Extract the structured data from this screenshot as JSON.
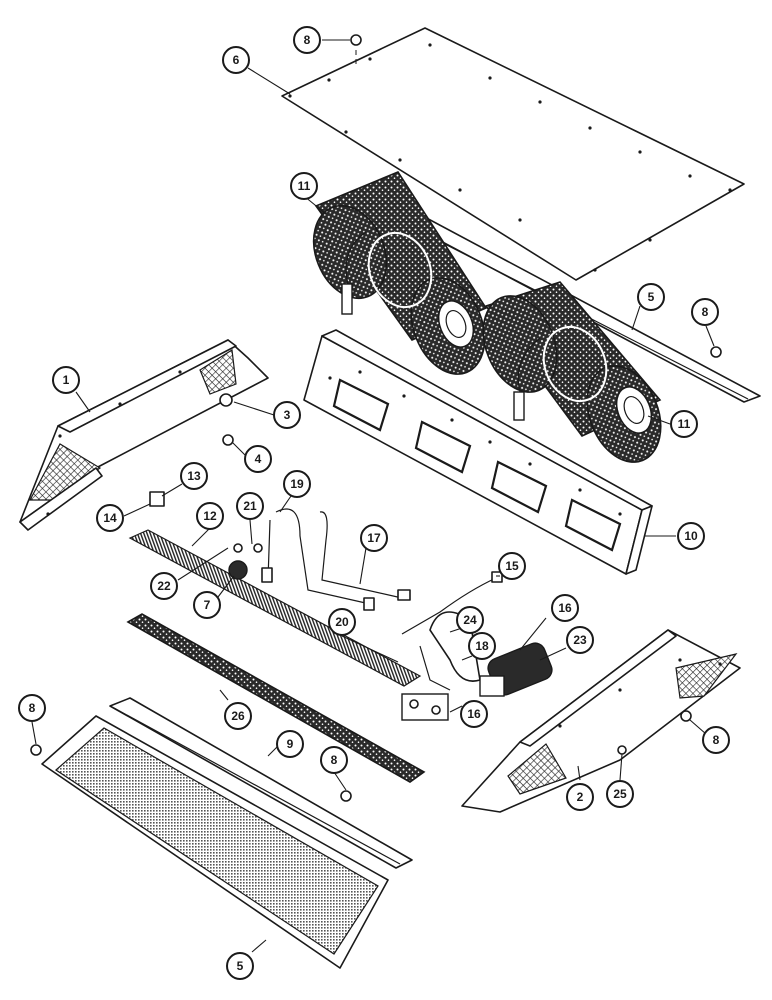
{
  "callouts": [
    {
      "id": "callout-8-top",
      "label": "8"
    },
    {
      "id": "callout-6",
      "label": "6"
    },
    {
      "id": "callout-11-left",
      "label": "11"
    },
    {
      "id": "callout-5-top",
      "label": "5"
    },
    {
      "id": "callout-8-right-top",
      "label": "8"
    },
    {
      "id": "callout-11-right",
      "label": "11"
    },
    {
      "id": "callout-1",
      "label": "1"
    },
    {
      "id": "callout-3",
      "label": "3"
    },
    {
      "id": "callout-4",
      "label": "4"
    },
    {
      "id": "callout-13",
      "label": "13"
    },
    {
      "id": "callout-14",
      "label": "14"
    },
    {
      "id": "callout-12",
      "label": "12"
    },
    {
      "id": "callout-21",
      "label": "21"
    },
    {
      "id": "callout-19",
      "label": "19"
    },
    {
      "id": "callout-10",
      "label": "10"
    },
    {
      "id": "callout-17",
      "label": "17"
    },
    {
      "id": "callout-15",
      "label": "15"
    },
    {
      "id": "callout-22",
      "label": "22"
    },
    {
      "id": "callout-7",
      "label": "7"
    },
    {
      "id": "callout-20",
      "label": "20"
    },
    {
      "id": "callout-24",
      "label": "24"
    },
    {
      "id": "callout-16-upper",
      "label": "16"
    },
    {
      "id": "callout-18",
      "label": "18"
    },
    {
      "id": "callout-23",
      "label": "23"
    },
    {
      "id": "callout-16-lower",
      "label": "16"
    },
    {
      "id": "callout-26",
      "label": "26"
    },
    {
      "id": "callout-9",
      "label": "9"
    },
    {
      "id": "callout-8-left",
      "label": "8"
    },
    {
      "id": "callout-8-bottom-mid",
      "label": "8"
    },
    {
      "id": "callout-8-right-bottom",
      "label": "8"
    },
    {
      "id": "callout-2",
      "label": "2"
    },
    {
      "id": "callout-25",
      "label": "25"
    },
    {
      "id": "callout-5-bottom",
      "label": "5"
    }
  ]
}
